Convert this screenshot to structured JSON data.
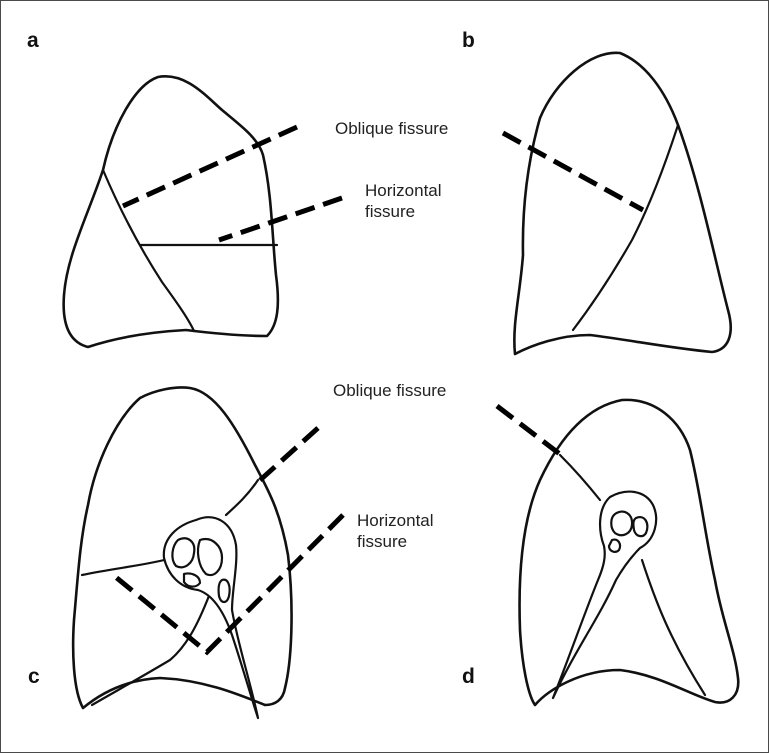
{
  "panels": {
    "a": {
      "letter": "a"
    },
    "b": {
      "letter": "b"
    },
    "c": {
      "letter": "c"
    },
    "d": {
      "letter": "d"
    }
  },
  "labels": {
    "top_oblique": "Oblique fissure",
    "top_horizontal_line1": "Horizontal",
    "top_horizontal_line2": "fissure",
    "bottom_oblique": "Oblique fissure",
    "bottom_horizontal_line1": "Horizontal",
    "bottom_horizontal_line2": "fissure"
  }
}
